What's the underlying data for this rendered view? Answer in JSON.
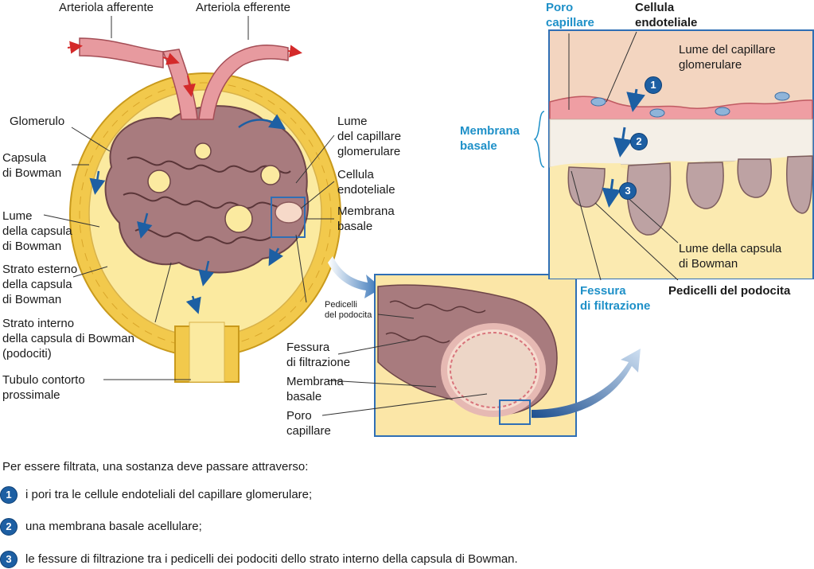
{
  "left_labels": {
    "arteriola_afferente": "Arteriola afferente",
    "arteriola_efferente": "Arteriola efferente",
    "glomerulo": "Glomerulo",
    "capsula_bowman": [
      "Capsula",
      "di Bowman"
    ],
    "lume_capsula": [
      "Lume",
      "della capsula",
      "di Bowman"
    ],
    "strato_esterno": [
      "Strato esterno",
      "della capsula",
      "di Bowman"
    ],
    "strato_interno": [
      "Strato interno",
      "della capsula di Bowman",
      "(podociti)"
    ],
    "tubulo": [
      "Tubulo contorto",
      "prossimale"
    ],
    "lume_capillare": [
      "Lume",
      "del capillare",
      "glomerulare"
    ],
    "cellula_endoteliale": [
      "Cellula",
      "endoteliale"
    ],
    "membrana_basale": [
      "Membrana",
      "basale"
    ]
  },
  "middle_labels": {
    "pedicelli": [
      "Pedicelli",
      "del podocita"
    ],
    "fessura": [
      "Fessura",
      "di filtrazione"
    ],
    "membrana": [
      "Membrana",
      "basale"
    ],
    "poro": [
      "Poro",
      "capillare"
    ]
  },
  "right_labels": {
    "poro_capillare": [
      "Poro",
      "capillare"
    ],
    "cellula_endoteliale": [
      "Cellula",
      "endoteliale"
    ],
    "lume_capillare": [
      "Lume del capillare",
      "glomerulare"
    ],
    "membrana_basale": [
      "Membrana",
      "basale"
    ],
    "lume_capsula": [
      "Lume della capsula",
      "di Bowman"
    ],
    "fessura_filtrazione": [
      "Fessura",
      "di filtrazione"
    ],
    "pedicelli_podocita": "Pedicelli del podocita",
    "step_markers": [
      "1",
      "2",
      "3"
    ]
  },
  "caption": {
    "intro": "Per essere filtrata, una sostanza deve passare attraverso:",
    "steps": [
      {
        "num": "1",
        "text": "i pori tra le cellule endoteliali del capillare glomerulare;"
      },
      {
        "num": "2",
        "text": "una membrana basale acellulare;"
      },
      {
        "num": "3",
        "text": "le fessure di filtrazione tra i pedicelli dei podociti dello strato interno della capsula di Bowman."
      }
    ]
  },
  "colors": {
    "capsule_yellow": "#f2c94c",
    "lumen_yellow": "#fbeaa0",
    "glomerulus": "#a87b7e",
    "arteriole": "#e79a9f",
    "accent_blue": "#1e90c8",
    "badge_blue": "#1d5fa3",
    "arrow_red": "#d42a2a"
  }
}
